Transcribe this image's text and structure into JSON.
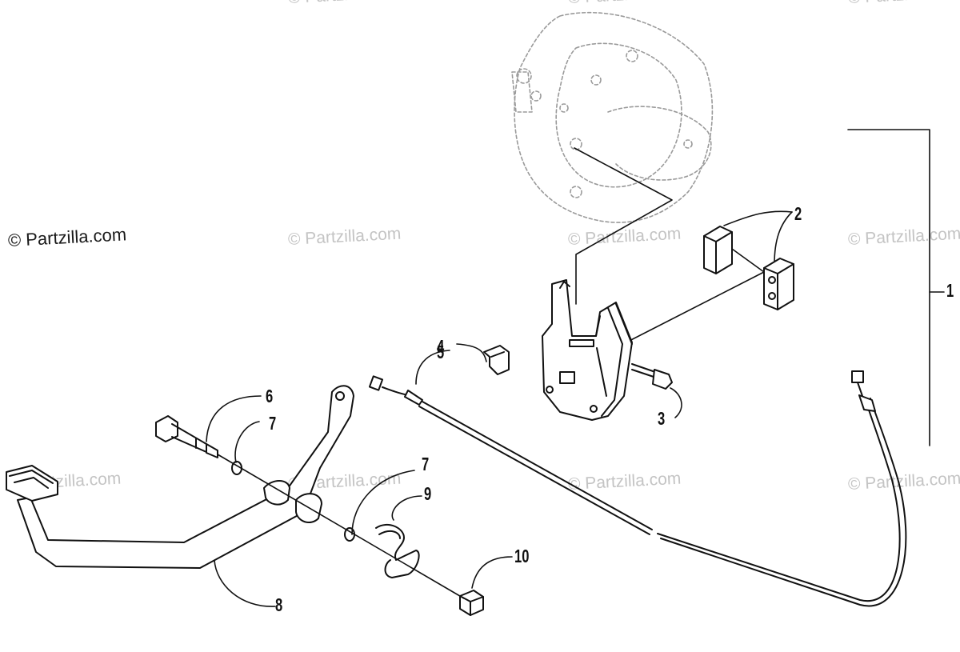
{
  "watermarks": {
    "main": "© Partzilla.com",
    "faint": "© Partzilla.com"
  },
  "callouts": {
    "c1": "1",
    "c2": "2",
    "c3": "3",
    "c4": "4",
    "c5": "5",
    "c6": "6",
    "c7a": "7",
    "c7b": "7",
    "c8": "8",
    "c9": "9",
    "c10": "10"
  },
  "colors": {
    "line": "#111111",
    "ghost": "#9a9a9a",
    "watermark": "#c4c4c4"
  }
}
